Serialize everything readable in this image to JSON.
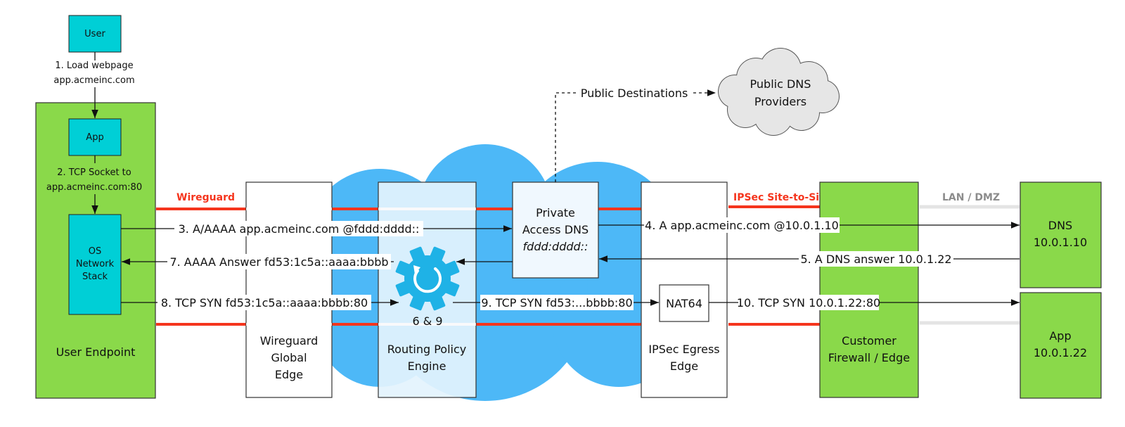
{
  "colors": {
    "cloud_blue": "#4db8f7",
    "cloud_light": "#c8e6fb",
    "green": "#8ad94a",
    "teal": "#00cfd6",
    "red": "#f5351d",
    "gray": "#e4e4e4",
    "gray_text": "#8c8c8c",
    "gear": "#1fb2e6",
    "public_cloud": "#e6e6e6"
  },
  "nodes": {
    "user": "User",
    "app": "App",
    "os_stack": [
      "OS",
      "Network",
      "Stack"
    ],
    "user_endpoint": "User Endpoint",
    "wireguard_edge": [
      "Wireguard",
      "Global",
      "Edge"
    ],
    "routing_engine": [
      "Routing Policy",
      "Engine"
    ],
    "private_dns": [
      "Private",
      "Access DNS",
      "fddd:dddd::"
    ],
    "ipsec_edge": [
      "IPSec Egress",
      "Edge"
    ],
    "nat64": "NAT64",
    "customer_fw": [
      "Customer",
      "Firewall / Edge"
    ],
    "dns_server": [
      "DNS",
      "10.0.1.10"
    ],
    "app_server": [
      "App",
      "10.0.1.22"
    ],
    "public_dns": [
      "Public DNS",
      "Providers"
    ],
    "gear_label": "6 & 9"
  },
  "tunnels": {
    "wireguard": "Wireguard",
    "ipsec": "IPSec Site-to-Site",
    "lan": "LAN / DMZ"
  },
  "steps": {
    "s1": [
      "1. Load webpage",
      "app.acmeinc.com"
    ],
    "s2": [
      "2. TCP Socket to",
      "app.acmeinc.com:80"
    ],
    "s3": "3. A/AAAA app.acmeinc.com @fddd:dddd::",
    "s4": "4. A app.acmeinc.com @10.0.1.10",
    "s5": "5. A DNS answer 10.0.1.22",
    "s7": "7. AAAA Answer fd53:1c5a::aaaa:bbbb",
    "s8": "8. TCP SYN fd53:1c5a::aaaa:bbbb:80",
    "s9": "9. TCP SYN fd53:...bbbb:80",
    "s10": "10. TCP SYN 10.0.1.22:80",
    "public": "Public Destinations"
  }
}
